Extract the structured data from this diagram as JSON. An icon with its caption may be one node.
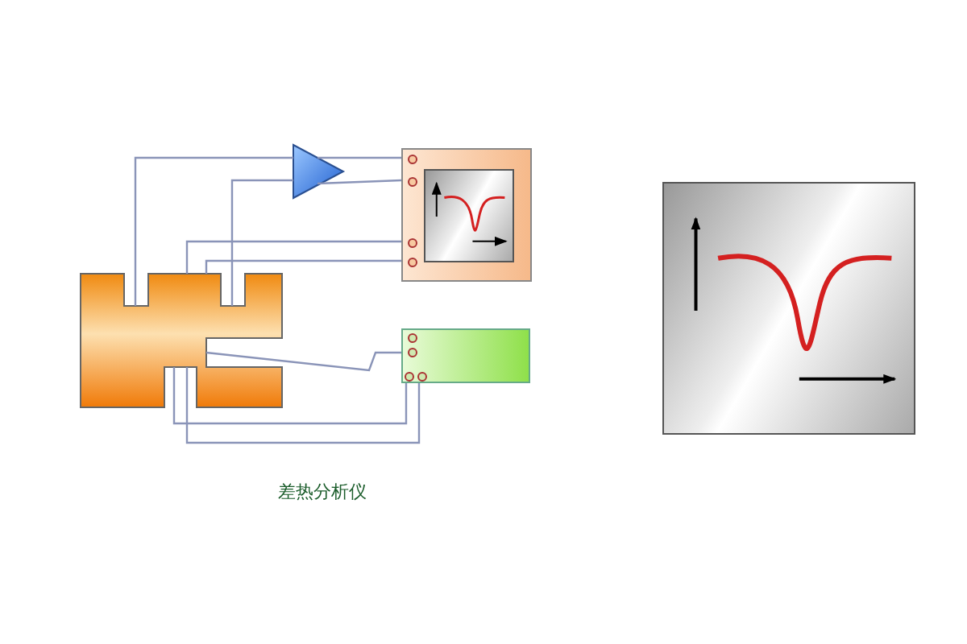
{
  "diagram": {
    "caption": "差热分析仪",
    "nodes": [
      {
        "text": [],
        "shape": "box"
      },
      {
        "text": [],
        "shape": "triangle"
      },
      {
        "text": [],
        "shape": "box"
      },
      {
        "text": [],
        "shape": "box"
      },
      {
        "text": [],
        "shape": "picture"
      }
    ],
    "edges": [
      {
        "from": 0,
        "to": 1,
        "arrow": "none"
      },
      {
        "from": 0,
        "to": 1,
        "arrow": "none"
      },
      {
        "from": 1,
        "to": 2,
        "arrow": "none"
      },
      {
        "from": 1,
        "to": 2,
        "arrow": "none"
      },
      {
        "from": 0,
        "to": 2,
        "arrow": "none"
      },
      {
        "from": 0,
        "to": 2,
        "arrow": "none"
      },
      {
        "from": 0,
        "to": 3,
        "arrow": "none"
      },
      {
        "from": 0,
        "to": 3,
        "arrow": "none"
      },
      {
        "from": 0,
        "to": 3,
        "arrow": "none"
      }
    ]
  }
}
